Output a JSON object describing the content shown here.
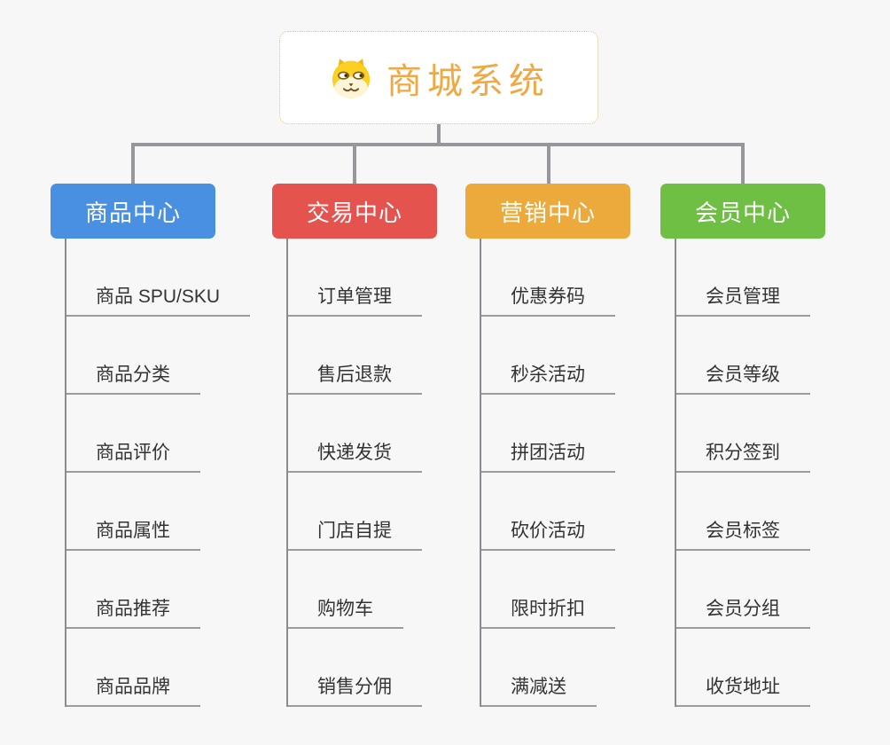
{
  "page": {
    "background": "#f7f7f8"
  },
  "root": {
    "title": "商城系统",
    "icon": "dog-icon",
    "title_color": "#f0a843",
    "border_color": "#f3bd67"
  },
  "connector_color": "#97979b",
  "branches": [
    {
      "label": "商品中心",
      "color": "#4a90e2",
      "items": [
        "商品 SPU/SKU",
        "商品分类",
        "商品评价",
        "商品属性",
        "商品推荐",
        "商品品牌"
      ]
    },
    {
      "label": "交易中心",
      "color": "#e5534f",
      "items": [
        "订单管理",
        "售后退款",
        "快递发货",
        "门店自提",
        "购物车",
        "销售分佣"
      ]
    },
    {
      "label": "营销中心",
      "color": "#ecaa3d",
      "items": [
        "优惠券码",
        "秒杀活动",
        "拼团活动",
        "砍价活动",
        "限时折扣",
        "满减送"
      ]
    },
    {
      "label": "会员中心",
      "color": "#6fbf45",
      "items": [
        "会员管理",
        "会员等级",
        "积分签到",
        "会员标签",
        "会员分组",
        "收货地址"
      ]
    }
  ]
}
